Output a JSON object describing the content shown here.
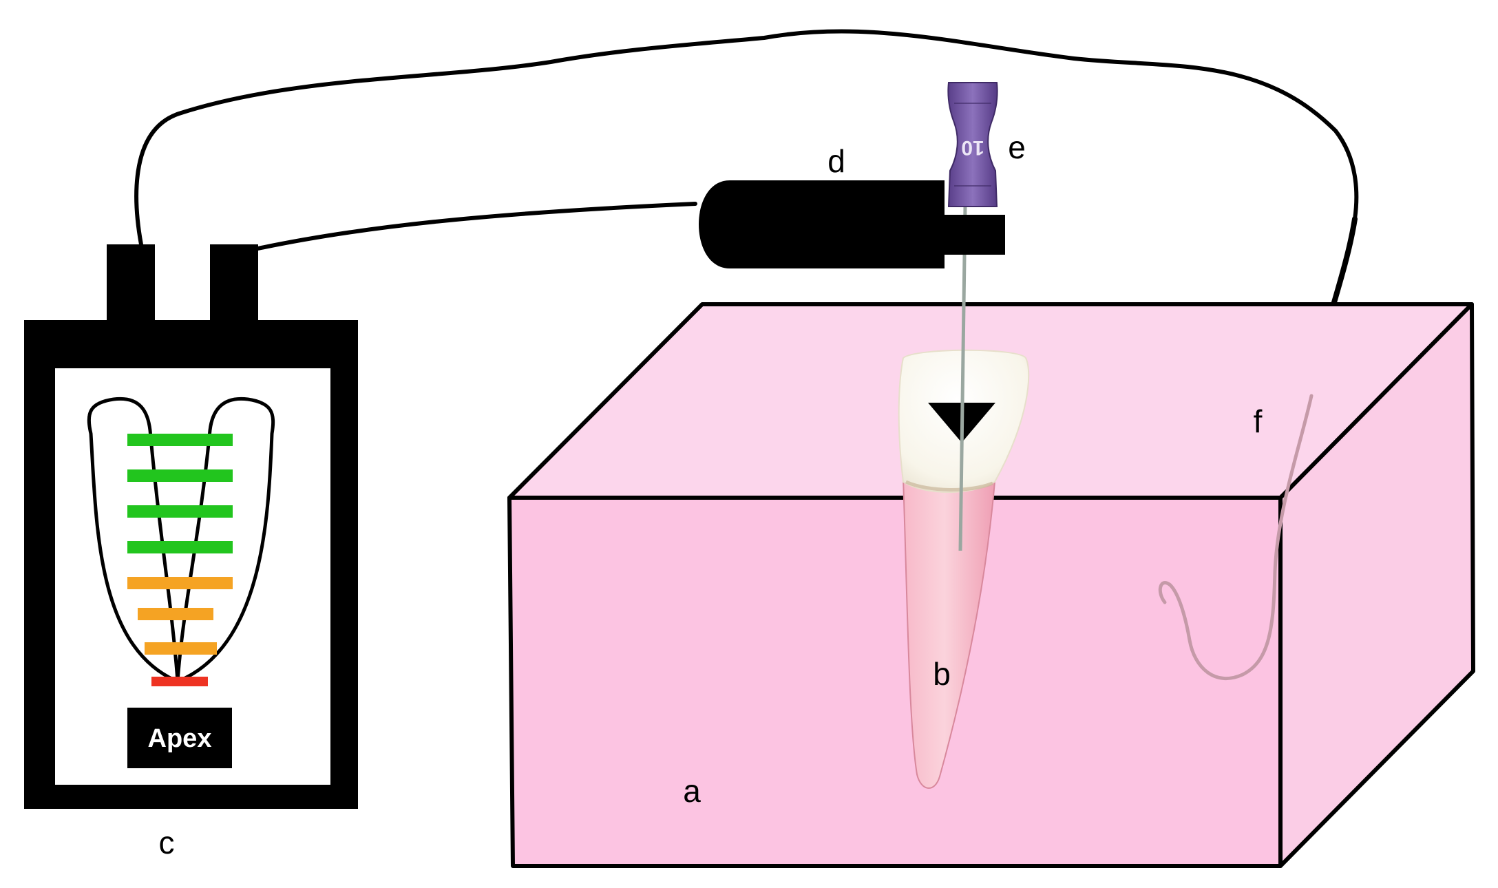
{
  "labels": {
    "a": "a",
    "b": "b",
    "c": "c",
    "d": "d",
    "e": "e",
    "f": "f"
  },
  "device": {
    "screen_text": "Apex",
    "indicator_bars": [
      {
        "level": 1,
        "color": "#22c51e"
      },
      {
        "level": 2,
        "color": "#22c51e"
      },
      {
        "level": 3,
        "color": "#22c51e"
      },
      {
        "level": 4,
        "color": "#22c51e"
      },
      {
        "level": 5,
        "color": "#f5a323"
      },
      {
        "level": 6,
        "color": "#f5a323"
      },
      {
        "level": 7,
        "color": "#f5a323"
      },
      {
        "level": 8,
        "color": "#ee3322"
      }
    ]
  },
  "file_handle": {
    "number": "10",
    "color": "#6a4f9a"
  },
  "colors": {
    "box_front": "#fcc4e2",
    "box_top": "#fcd6ec",
    "box_side": "#fbcde6",
    "outline": "#000000",
    "tooth_crown": "#fbfaf3",
    "tooth_root": "#f6aec0"
  }
}
